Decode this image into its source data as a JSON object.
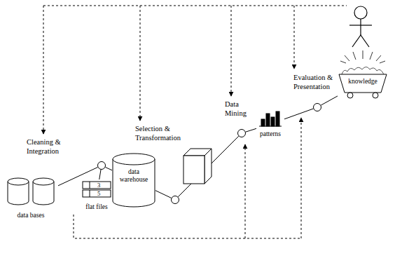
{
  "diagram": {
    "nodes": [
      {
        "text": [
          "data bases"
        ]
      },
      {
        "text": [
          "flat files"
        ]
      },
      {
        "text": [
          "Cleaning & Integration"
        ]
      },
      {
        "text": [
          "data warehouse"
        ]
      },
      {
        "text": [
          "Selection & Transformation"
        ]
      },
      {
        "text": [
          "Data Mining"
        ]
      },
      {
        "text": [
          "patterns"
        ]
      },
      {
        "text": [
          "Evaluation & Presentation"
        ]
      },
      {
        "text": [
          "knowledge"
        ]
      }
    ],
    "edges": [
      {
        "from": 0,
        "to": 2,
        "arrow": "none"
      },
      {
        "from": 1,
        "to": 2,
        "arrow": "none"
      },
      {
        "from": 2,
        "to": 3,
        "arrow": "none"
      },
      {
        "from": 3,
        "to": 4,
        "arrow": "none"
      },
      {
        "from": 4,
        "to": 5,
        "arrow": "none"
      },
      {
        "from": 5,
        "to": 6,
        "arrow": "none"
      },
      {
        "from": 6,
        "to": 7,
        "arrow": "none"
      },
      {
        "from": 7,
        "to": 8,
        "arrow": "none"
      }
    ],
    "labels": [
      "3",
      "5"
    ]
  }
}
